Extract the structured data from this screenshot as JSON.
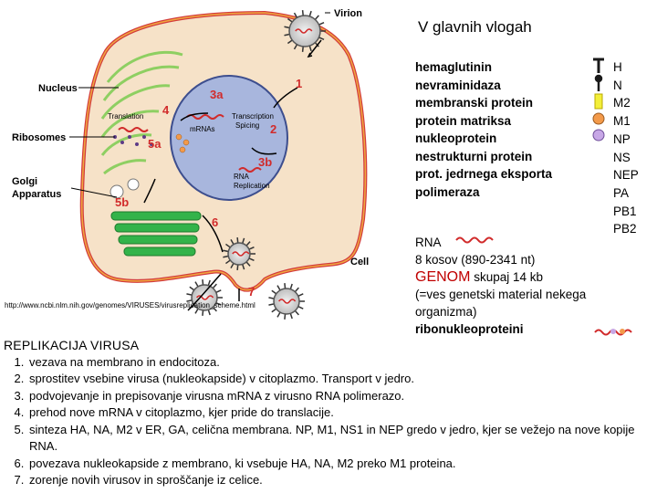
{
  "title": "V glavnih vlogah",
  "proteins": [
    {
      "name": "hemaglutinin",
      "code": "H",
      "icon": "spike-t-icon",
      "color": "#1a1a1a"
    },
    {
      "name": "nevraminidaza",
      "code": "N",
      "icon": "spike-y-icon",
      "color": "#1a1a1a"
    },
    {
      "name": "membranski protein",
      "code": "M2",
      "icon": "yellow-bar-icon",
      "color": "#f3ef3a"
    },
    {
      "name": "protein matriksa",
      "code": "M1",
      "icon": "orange-dot-icon",
      "color": "#f39a4a"
    },
    {
      "name": "nukleoprotein",
      "code": "NP",
      "icon": "lilac-dot-icon",
      "color": "#c7a7e6"
    },
    {
      "name": "nestrukturni protein",
      "code": "NS",
      "icon": "",
      "color": ""
    },
    {
      "name": "prot. jedrnega eksporta",
      "code": "NEP",
      "icon": "",
      "color": ""
    },
    {
      "name": "polimeraza",
      "code": "PA",
      "icon": "",
      "color": ""
    },
    {
      "name": "",
      "code": "PB1",
      "icon": "",
      "color": ""
    },
    {
      "name": "",
      "code": "PB2",
      "icon": "",
      "color": ""
    }
  ],
  "rna": {
    "label": "RNA",
    "line1": "8 kosov (890-2341 nt)",
    "genom_word": "GENOM",
    "genom_rest": " skupaj 14 kb",
    "line3": "(=ves genetski material nekega",
    "line4": "organizma)",
    "line5": "ribonukleoproteini"
  },
  "diagram": {
    "labels": {
      "virion": "Virion",
      "nucleus": "Nucleus",
      "ribosomes": "Ribosomes",
      "golgi1": "Golgi",
      "golgi2": "Apparatus",
      "cell": "Cell",
      "translation": "Translation",
      "mrnas": "mRNAs",
      "transcription1": "Transcription",
      "transcription2": "Spicing",
      "rna1": "RNA",
      "rna2": "Replication"
    },
    "numbers": {
      "n1": "1",
      "n2": "2",
      "n3a": "3a",
      "n3b": "3b",
      "n4": "4",
      "n5a": "5a",
      "n5b": "5b",
      "n6": "6",
      "n7": "7"
    },
    "colors": {
      "cell_fill": "#f6e2c8",
      "cell_stroke": "#d33c3c",
      "nucleus_fill": "#a8b6dd",
      "virion_fill": "#d8d8d8",
      "golgi_fill": "#33b34a",
      "er_stroke": "#8ecf62",
      "number_red": "#d12b2b"
    }
  },
  "url": "http://www.ncbi.nlm.nih.gov/genomes/VIRUSES/virusreplication_scheme.html",
  "steps_title": "REPLIKACIJA VIRUSA",
  "steps": [
    "vezava na membrano in endocitoza.",
    "sprostitev vsebine virusa (nukleokapside) v citoplazmo. Transport v jedro.",
    "podvojevanje in prepisovanje virusna mRNA z virusno RNA polimerazo.",
    "prehod nove mRNA v citoplazmo, kjer pride do translacije.",
    "sinteza HA, NA, M2 v ER, GA, celična membrana. NP, M1, NS1 in NEP gredo v jedro, kjer se vežejo na nove kopije RNA.",
    "povezava nukleokapside z membrano, ki vsebuje HA, NA, M2 preko M1 proteina.",
    "zorenje novih virusov in sproščanje iz celice."
  ]
}
